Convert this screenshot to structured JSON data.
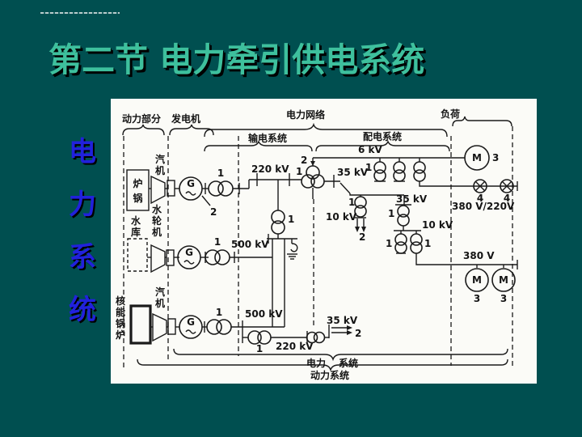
{
  "slide": {
    "title": "第二节  电力牵引供电系统",
    "vertical_label": {
      "chars": [
        "电",
        "力",
        "系",
        "统"
      ]
    },
    "colors": {
      "background": "#004F50",
      "title": "#3EC09D",
      "vertical_label": "#2121DC",
      "diagram_background": "#FBFBF7",
      "ink": "#1A1A1A"
    }
  },
  "diagram": {
    "sections": {
      "power_part": "动力部分",
      "generator": "发电机",
      "power_network": "电力网络",
      "load": "负荷",
      "transmission": "输电系统",
      "distribution": "配电系统",
      "power_system_left": "电力",
      "power_system_right": "系统",
      "drive_system": "动力系统"
    },
    "components": {
      "boiler_chars": [
        "炉",
        "锅"
      ],
      "steam_turbine_chars": [
        "汽",
        "机"
      ],
      "reservoir_chars": [
        "水",
        "库"
      ],
      "water_turbine_chars": [
        "水",
        "轮",
        "机"
      ],
      "nuclear_boiler_chars": [
        "核",
        "能",
        "锅",
        "炉"
      ],
      "generator_letter": "G",
      "motor_letter": "M"
    },
    "voltages": {
      "kv220": "220 kV",
      "kv500": "500 kV",
      "kv35": "35 kV",
      "kv6": "6 kV",
      "kv10": "10 kV",
      "v380_220": "380 V/220V",
      "v380": "380 V"
    },
    "markers": {
      "n1": "1",
      "n2": "2",
      "n3": "3",
      "n4": "4"
    }
  }
}
